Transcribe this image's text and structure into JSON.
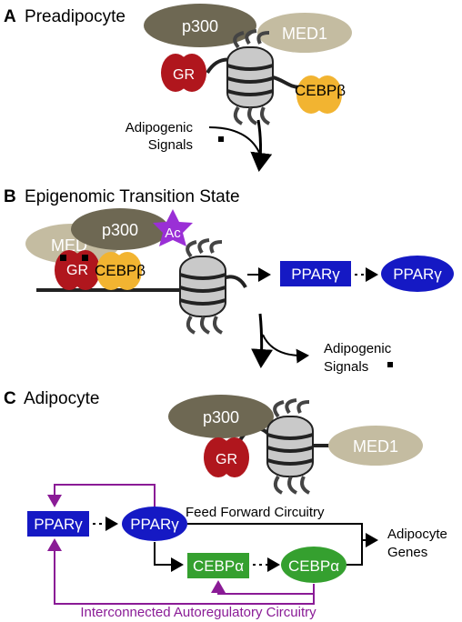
{
  "colors": {
    "p300": "#6e6853",
    "med1": "#c4bca1",
    "gr": "#b0161d",
    "cebpb": "#f2b431",
    "ac": "#9a2fd6",
    "pparg": "#1519c4",
    "cebpa": "#35a02f",
    "purple_line": "#8a1b96",
    "nucleosome": "#c9c9c9",
    "dna": "#222222"
  },
  "panels": {
    "a": {
      "letter": "A",
      "title": "Preadipocyte"
    },
    "b": {
      "letter": "B",
      "title": "Epigenomic Transition State"
    },
    "c": {
      "letter": "C",
      "title": "Adipocyte"
    }
  },
  "factors": {
    "p300": "p300",
    "med1": "MED1",
    "gr": "GR",
    "cebpb": "CEBPβ",
    "ac": "Ac",
    "pparg": "PPARγ",
    "cebpa": "CEBPα",
    "med_partial": "MED"
  },
  "signals": {
    "line1": "Adipogenic",
    "line2": "Signals"
  },
  "circuitry": {
    "feed_forward": "Feed Forward Circuitry",
    "autoregulatory": "Interconnected Autoregulatory Circuitry",
    "target_line1": "Adipocyte",
    "target_line2": "Genes"
  }
}
